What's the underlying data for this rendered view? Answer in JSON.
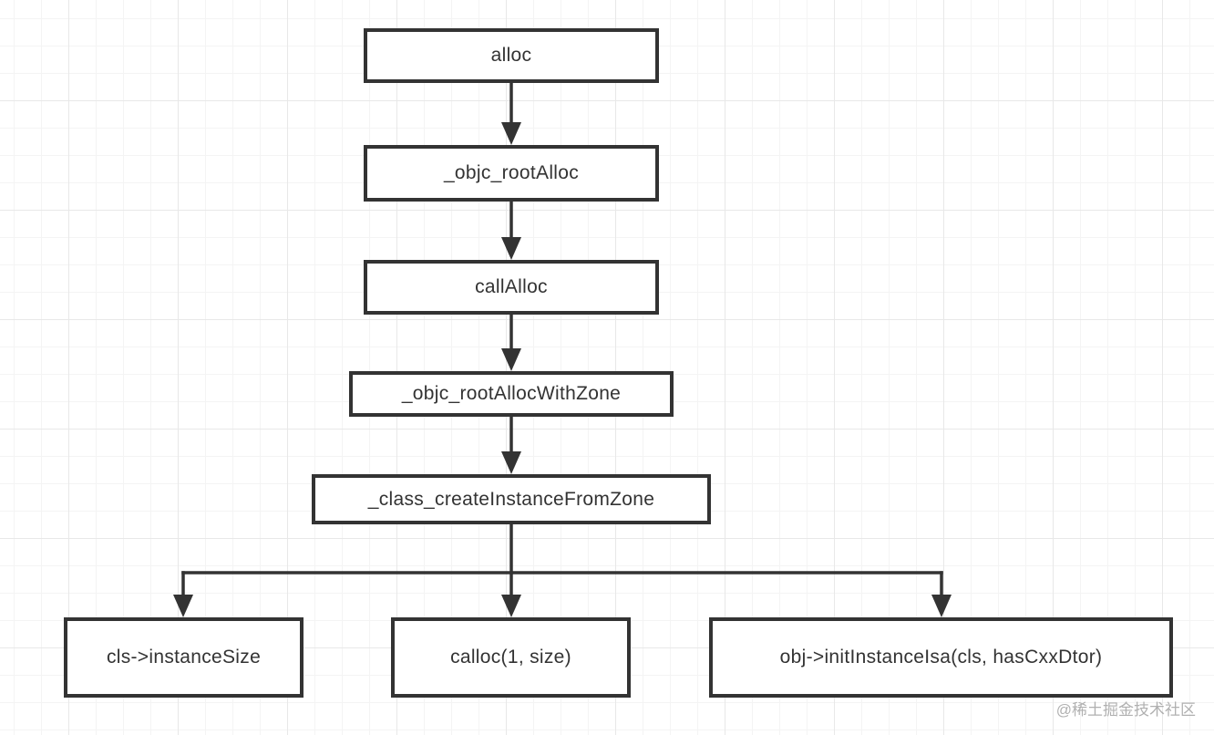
{
  "diagram": {
    "type": "flowchart",
    "nodes": [
      {
        "id": "alloc",
        "label": "alloc"
      },
      {
        "id": "objc-root-alloc",
        "label": "_objc_rootAlloc"
      },
      {
        "id": "call-alloc",
        "label": "callAlloc"
      },
      {
        "id": "objc-root-alloc-with-zone",
        "label": "_objc_rootAllocWithZone"
      },
      {
        "id": "class-create-instance-from-zone",
        "label": "_class_createInstanceFromZone"
      },
      {
        "id": "cls-instance-size",
        "label": "cls->instanceSize"
      },
      {
        "id": "calloc",
        "label": "calloc(1, size)"
      },
      {
        "id": "obj-init-instance-isa",
        "label": "obj->initInstanceIsa(cls, hasCxxDtor)"
      }
    ],
    "edges": [
      {
        "from": "alloc",
        "to": "objc-root-alloc"
      },
      {
        "from": "objc-root-alloc",
        "to": "call-alloc"
      },
      {
        "from": "call-alloc",
        "to": "objc-root-alloc-with-zone"
      },
      {
        "from": "objc-root-alloc-with-zone",
        "to": "class-create-instance-from-zone"
      },
      {
        "from": "class-create-instance-from-zone",
        "to": "cls-instance-size"
      },
      {
        "from": "class-create-instance-from-zone",
        "to": "calloc"
      },
      {
        "from": "class-create-instance-from-zone",
        "to": "obj-init-instance-isa"
      }
    ],
    "colors": {
      "node_border": "#333333",
      "node_fill": "#ffffff",
      "text": "#333333",
      "connector": "#333333",
      "grid_minor": "#f4f4f4",
      "grid_major": "#e8e8e8",
      "background": "#ffffff",
      "watermark": "#969696"
    }
  },
  "watermark": {
    "text": "@稀土掘金技术社区"
  }
}
